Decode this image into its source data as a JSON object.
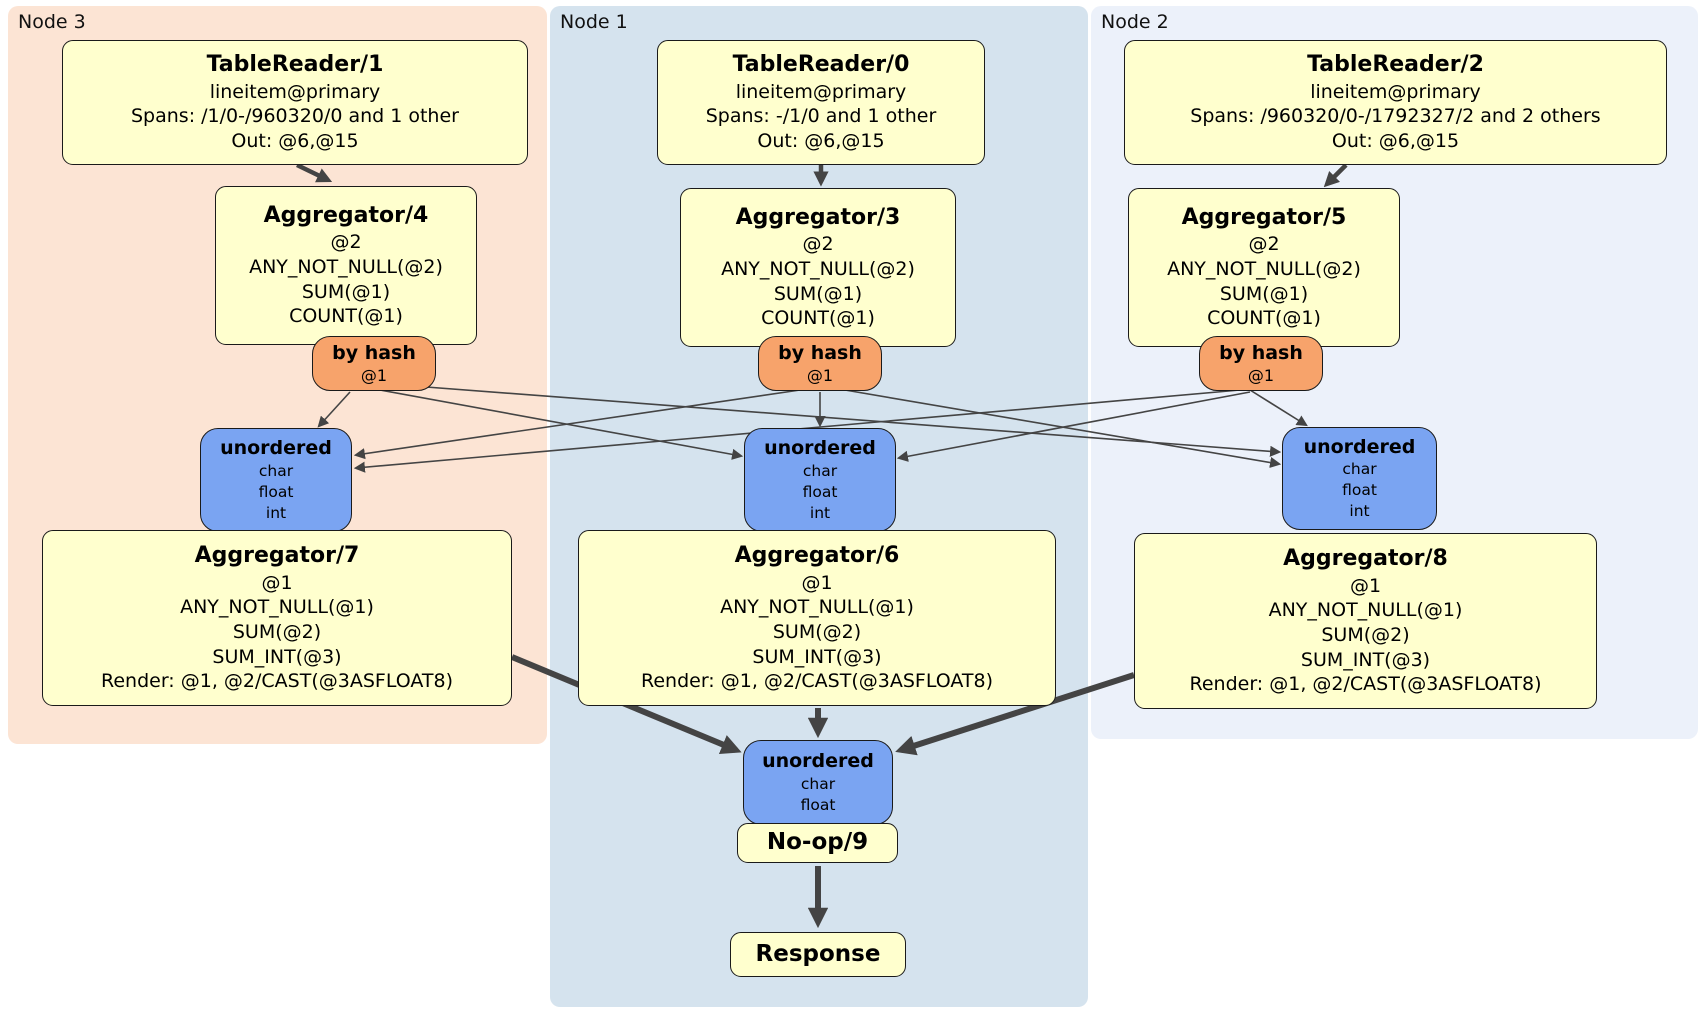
{
  "regions": [
    {
      "label": "Node 3"
    },
    {
      "label": "Node 1"
    },
    {
      "label": "Node 2"
    }
  ],
  "boxes": {
    "tr1": {
      "title": "TableReader/1",
      "lines": [
        "lineitem@primary",
        "Spans: /1/0-/960320/0 and 1 other",
        "Out: @6,@15"
      ]
    },
    "tr0": {
      "title": "TableReader/0",
      "lines": [
        "lineitem@primary",
        "Spans: -/1/0 and 1 other",
        "Out: @6,@15"
      ]
    },
    "tr2": {
      "title": "TableReader/2",
      "lines": [
        "lineitem@primary",
        "Spans: /960320/0-/1792327/2 and 2 others",
        "Out: @6,@15"
      ]
    },
    "agg4": {
      "title": "Aggregator/4",
      "lines": [
        "@2",
        "ANY_NOT_NULL(@2)",
        "SUM(@1)",
        "COUNT(@1)"
      ]
    },
    "agg3": {
      "title": "Aggregator/3",
      "lines": [
        "@2",
        "ANY_NOT_NULL(@2)",
        "SUM(@1)",
        "COUNT(@1)"
      ]
    },
    "agg5": {
      "title": "Aggregator/5",
      "lines": [
        "@2",
        "ANY_NOT_NULL(@2)",
        "SUM(@1)",
        "COUNT(@1)"
      ]
    },
    "agg7": {
      "title": "Aggregator/7",
      "lines": [
        "@1",
        "ANY_NOT_NULL(@1)",
        "SUM(@2)",
        "SUM_INT(@3)",
        "Render: @1, @2/CAST(@3ASFLOAT8)"
      ]
    },
    "agg6": {
      "title": "Aggregator/6",
      "lines": [
        "@1",
        "ANY_NOT_NULL(@1)",
        "SUM(@2)",
        "SUM_INT(@3)",
        "Render: @1, @2/CAST(@3ASFLOAT8)"
      ]
    },
    "agg8": {
      "title": "Aggregator/8",
      "lines": [
        "@1",
        "ANY_NOT_NULL(@1)",
        "SUM(@2)",
        "SUM_INT(@3)",
        "Render: @1, @2/CAST(@3ASFLOAT8)"
      ]
    },
    "noop": {
      "title": "No-op/9"
    },
    "response": {
      "title": "Response"
    }
  },
  "routers": [
    {
      "title": "by hash",
      "detail": "@1"
    },
    {
      "title": "by hash",
      "detail": "@1"
    },
    {
      "title": "by hash",
      "detail": "@1"
    }
  ],
  "syncs": {
    "node3": {
      "title": "unordered",
      "types": [
        "char",
        "float",
        "int"
      ]
    },
    "node1": {
      "title": "unordered",
      "types": [
        "char",
        "float",
        "int"
      ]
    },
    "node2": {
      "title": "unordered",
      "types": [
        "char",
        "float",
        "int"
      ]
    },
    "final": {
      "title": "unordered",
      "types": [
        "char",
        "float"
      ]
    }
  },
  "edges": [
    {
      "from": "TableReader/1",
      "to": "Aggregator/4"
    },
    {
      "from": "TableReader/0",
      "to": "Aggregator/3"
    },
    {
      "from": "TableReader/2",
      "to": "Aggregator/5"
    },
    {
      "from": "by hash @1 (Node 3)",
      "to": "unordered (Node 3)"
    },
    {
      "from": "by hash @1 (Node 3)",
      "to": "unordered (Node 1)"
    },
    {
      "from": "by hash @1 (Node 3)",
      "to": "unordered (Node 2)"
    },
    {
      "from": "by hash @1 (Node 1)",
      "to": "unordered (Node 3)"
    },
    {
      "from": "by hash @1 (Node 1)",
      "to": "unordered (Node 1)"
    },
    {
      "from": "by hash @1 (Node 1)",
      "to": "unordered (Node 2)"
    },
    {
      "from": "by hash @1 (Node 2)",
      "to": "unordered (Node 3)"
    },
    {
      "from": "by hash @1 (Node 2)",
      "to": "unordered (Node 1)"
    },
    {
      "from": "by hash @1 (Node 2)",
      "to": "unordered (Node 2)"
    },
    {
      "from": "Aggregator/7",
      "to": "unordered (final)"
    },
    {
      "from": "Aggregator/6",
      "to": "unordered (final)"
    },
    {
      "from": "Aggregator/8",
      "to": "unordered (final)"
    },
    {
      "from": "No-op/9",
      "to": "Response"
    }
  ],
  "colors": {
    "region_node3": "#fce4d4",
    "region_node1": "#d5e3ee",
    "region_node2": "#ecf1fa",
    "processor_fill": "#ffffce",
    "router_fill": "#f7a36b",
    "sync_fill": "#7aa4f2",
    "edge": "#444444"
  }
}
